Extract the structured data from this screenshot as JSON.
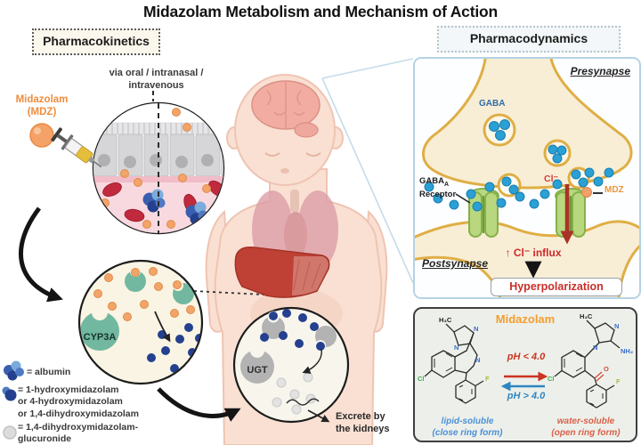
{
  "title": "Midazolam Metabolism and Mechanism of Action",
  "pharmacokinetics": {
    "label": "Pharmacokinetics",
    "mdz_label": "Midazolam\n(MDZ)",
    "route_label": "via oral / intranasal /\nintravenous",
    "cyp3a": "CYP3A",
    "ugt": "UGT",
    "excretion": "Excrete by\nthe kidneys",
    "legend": {
      "albumin": "= albumin",
      "metabolites": "= 1-hydroxymidazolam\nor 4-hydroxymidazolam\nor 1,4-dihydroxymidazolam",
      "glucuronide": "= 1,4-dihydroxymidazolam-\nglucuronide"
    }
  },
  "pharmacodynamics": {
    "label": "Pharmacodynamics",
    "presynapse": "Presynapse",
    "postsynapse": "Postsynapse",
    "gaba": "GABA",
    "receptor_name": "GABA",
    "receptor_sub": "A",
    "receptor_word": "Receptor",
    "chloride": "Cl⁻",
    "mdz": "MDZ",
    "influx": "↑ Cl⁻ influx",
    "hyperpolarization": "Hyperpolarization"
  },
  "chemistry": {
    "title": "Midazolam",
    "ph_forward": "pH < 4.0",
    "ph_reverse": "pH > 4.0",
    "lipid_form": "lipid-soluble\n(close ring form)",
    "water_form": "water-soluble\n(open ring form)",
    "atoms": {
      "methyl": "H₃C",
      "chlorine": "Cl",
      "fluorine": "F",
      "nitrogen": "N",
      "oxygen": "O",
      "amine": "NH₂"
    }
  },
  "colors": {
    "mdz_orange": "#F09A55",
    "metabolite_blue": "#24408F",
    "gaba_blue": "#2AA0D5",
    "enzyme_teal": "#72B8A0",
    "enzyme_gray": "#B3B3B3",
    "membrane_gold": "#DFAE45",
    "receptor_green": "#B8D77F",
    "signal_red": "#CC2A2A"
  }
}
